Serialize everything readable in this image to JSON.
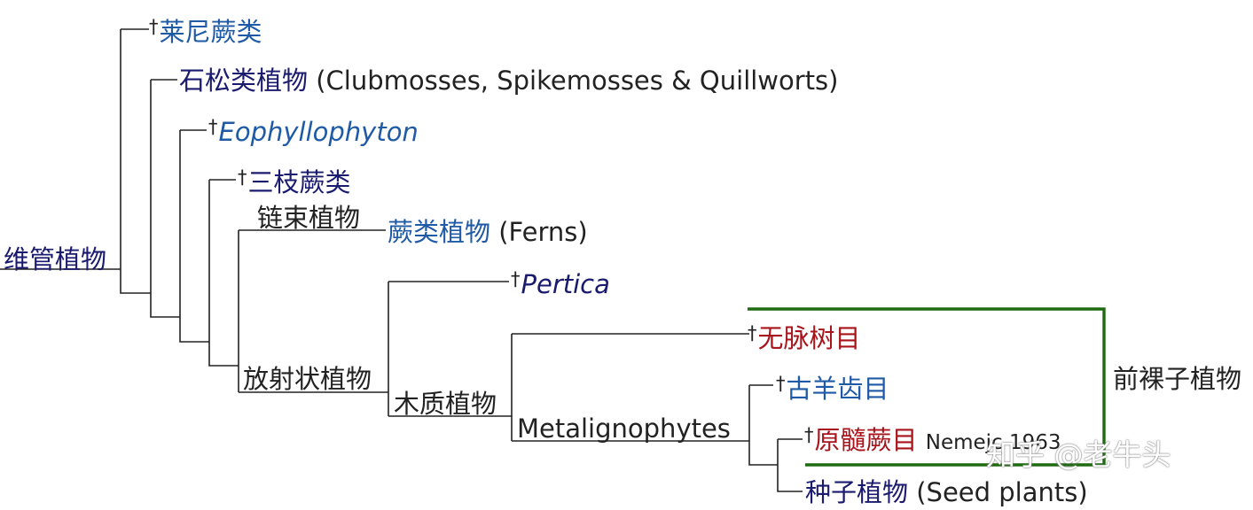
{
  "dagger": "†",
  "taxa": {
    "rhyniophyta": "莱尼蕨类",
    "lycophytes": "石松类植物",
    "lycophytes_en": "(Clubmosses, Spikemosses & Quillworts)",
    "eophyllophyton": "Eophyllophyton",
    "trimerophytes": "三枝蕨类",
    "moniliformopses": "链束植物",
    "ferns": "蕨类植物",
    "ferns_en": "(Ferns)",
    "pertica": "Pertica",
    "radiatopses": "放射状植物",
    "lignophytes": "木质植物",
    "metalignophytes": "Metalignophytes",
    "aneurophytales": "无脉树目",
    "archaeopteridales": "古羊齿目",
    "protopityales": "原髓蕨目",
    "protopityales_author": "Nemejc 1963",
    "seed_plants": "种子植物",
    "seed_plants_en": "(Seed plants)",
    "vascular_plants": "维管植物",
    "progymnosperms": "前裸子植物"
  },
  "watermark": "知乎 @老牛头",
  "colors": {
    "navy": "#1a1a6e",
    "blue": "#1f5aa6",
    "red": "#a8141b",
    "black": "#222222",
    "bracket": "#1e6b10"
  }
}
